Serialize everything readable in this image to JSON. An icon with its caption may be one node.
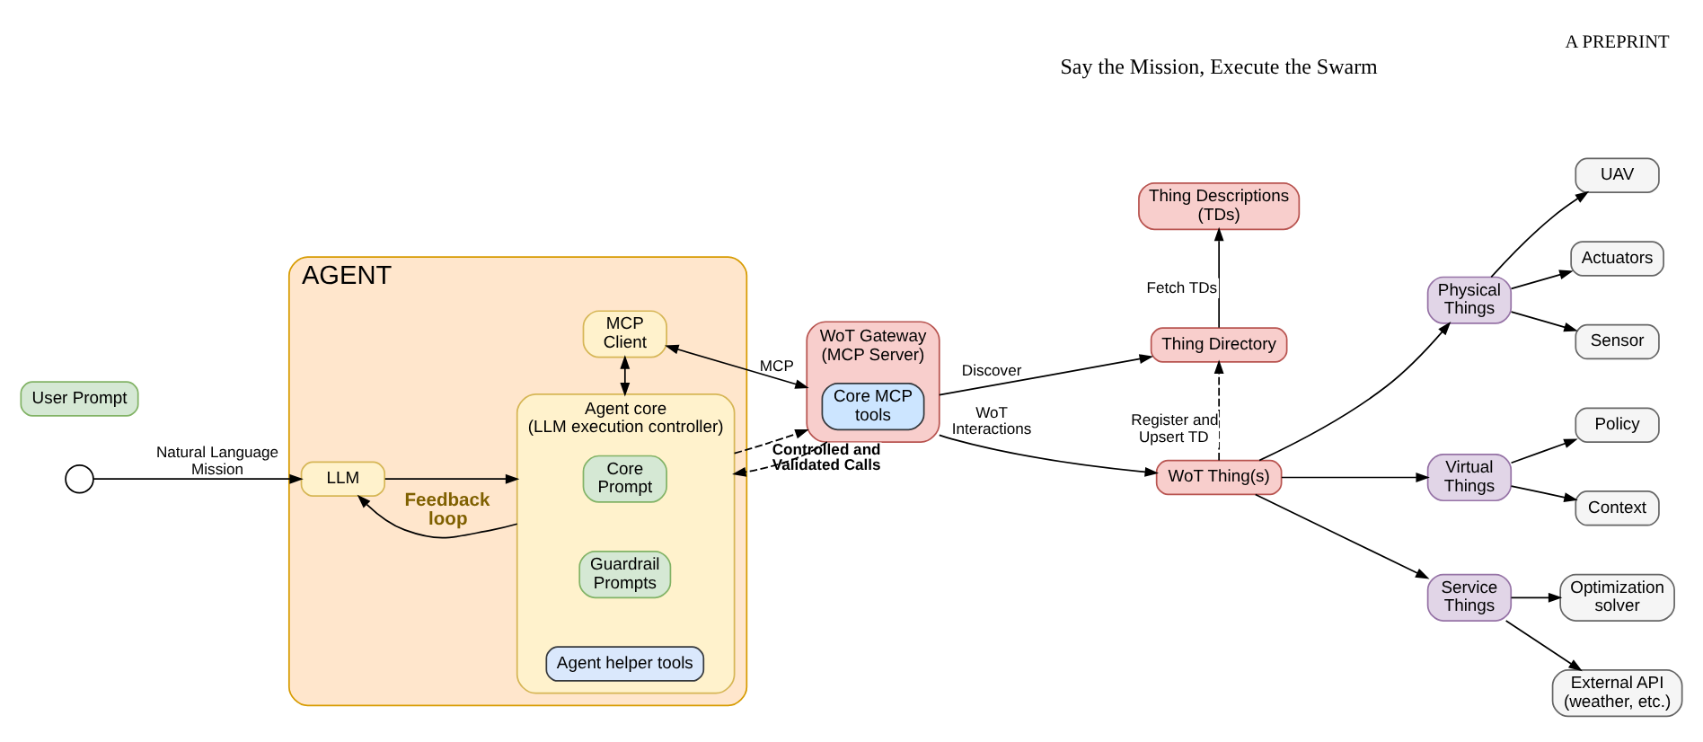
{
  "diagram": {
    "nodes": [
      {
        "text": [
          "AGENT"
        ]
      },
      {
        "text": [
          "MCP Client"
        ],
        "in": 0
      },
      {
        "text": [
          "Agent core (LLM execution controller)"
        ],
        "in": 0
      },
      {
        "text": [
          "Core Prompt"
        ],
        "in": 2
      },
      {
        "text": [
          "Guardrail Prompts"
        ],
        "in": 2
      },
      {
        "text": [
          "Agent helper tools"
        ],
        "in": 2
      },
      {
        "text": [
          "LLM"
        ],
        "in": 0
      },
      {
        "text": [],
        "shape": "person"
      },
      {
        "text": [
          "User Prompt"
        ]
      },
      {
        "text": [
          "WoT Gateway (MCP Server)"
        ]
      },
      {
        "text": [
          "Core MCP tools"
        ],
        "in": 9
      },
      {
        "text": [
          "Thing Descriptions (TDs)"
        ]
      },
      {
        "text": [
          "Thing Directory"
        ]
      },
      {
        "text": [
          "WoT Thing(s)"
        ]
      },
      {
        "text": [
          "Physical Things"
        ]
      },
      {
        "text": [
          "Virtual Things"
        ]
      },
      {
        "text": [
          "Service Things"
        ]
      },
      {
        "text": [
          "UAV"
        ]
      },
      {
        "text": [
          "Actuators"
        ]
      },
      {
        "text": [
          "Sensor"
        ]
      },
      {
        "text": [
          "Policy"
        ]
      },
      {
        "text": [
          "Context"
        ]
      },
      {
        "text": [
          "Optimization solver"
        ]
      },
      {
        "text": [
          "External API (weather, etc.)"
        ]
      }
    ],
    "edges": [
      {
        "from": 1,
        "to": 9,
        "arrow": "both",
        "label": "MCP"
      },
      {
        "from": 1,
        "to": 2,
        "arrow": "both"
      },
      {
        "from": 2,
        "to": 6,
        "arrow": "to",
        "label": "Feedback loop"
      },
      {
        "from": 6,
        "to": 2,
        "arrow": "to"
      },
      {
        "from": 7,
        "to": 6,
        "arrow": "to",
        "label": "Natural Language Mission"
      },
      {
        "from": 2,
        "to": 9,
        "arrow": "to",
        "style": "dashed",
        "label": "Controlled and Validated Calls"
      },
      {
        "from": 9,
        "to": 2,
        "arrow": "to",
        "style": "dashed"
      },
      {
        "from": 9,
        "to": 12,
        "arrow": "to",
        "label": "Discover"
      },
      {
        "from": 9,
        "to": 13,
        "arrow": "to",
        "label": "WoT Interactions"
      },
      {
        "from": 12,
        "to": 11,
        "arrow": "to",
        "label": "Fetch TDs"
      },
      {
        "from": 13,
        "to": 12,
        "arrow": "to",
        "style": "dashed",
        "label": "Register and Upsert TD"
      },
      {
        "from": 13,
        "to": 14,
        "arrow": "to"
      },
      {
        "from": 13,
        "to": 15,
        "arrow": "to"
      },
      {
        "from": 13,
        "to": 16,
        "arrow": "to"
      },
      {
        "from": 14,
        "to": 17,
        "arrow": "to"
      },
      {
        "from": 14,
        "to": 18,
        "arrow": "to"
      },
      {
        "from": 14,
        "to": 19,
        "arrow": "to"
      },
      {
        "from": 15,
        "to": 20,
        "arrow": "to"
      },
      {
        "from": 15,
        "to": 21,
        "arrow": "to"
      },
      {
        "from": 16,
        "to": 22,
        "arrow": "to"
      },
      {
        "from": 16,
        "to": 23,
        "arrow": "to"
      }
    ],
    "labels": [
      "Say the Mission, Execute the Swarm",
      "A PREPRINT"
    ]
  }
}
